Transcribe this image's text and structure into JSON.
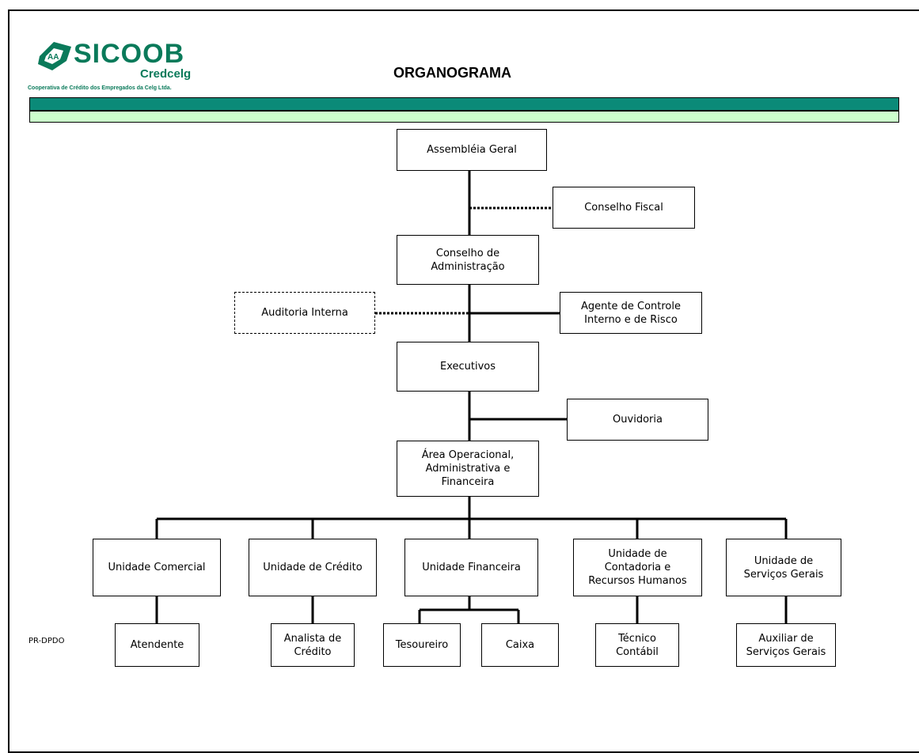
{
  "header": {
    "logo_name": "SICOOB",
    "logo_subname": "Credcelg",
    "logo_tagline": "Cooperativa de Crédito dos Empregados da Celg Ltda.",
    "title": "ORGANOGRAMA",
    "colors": {
      "brand": "#0a7a5a",
      "bar_dark": "#0b8a78",
      "bar_light": "#ccffcc"
    }
  },
  "org": {
    "assembleia": "Assembléia Geral",
    "conselho_fiscal": "Conselho Fiscal",
    "conselho_admin": "Conselho de\nAdministração",
    "auditoria": "Auditoria Interna",
    "agente": "Agente de Controle\nInterno e de Risco",
    "executivos": "Executivos",
    "ouvidoria": "Ouvidoria",
    "area": "Área Operacional,\nAdministrativa e\nFinanceira",
    "unidade_comercial": "Unidade Comercial",
    "unidade_credito": "Unidade de Crédito",
    "unidade_financeira": "Unidade Financeira",
    "unidade_contadoria": "Unidade de\nContadoria e\nRecursos Humanos",
    "unidade_servicos": "Unidade de\nServiços Gerais",
    "atendente": "Atendente",
    "analista": "Analista de\nCrédito",
    "tesoureiro": "Tesoureiro",
    "caixa": "Caixa",
    "tecnico": "Técnico\nContábil",
    "auxiliar": "Auxiliar de\nServiços Gerais"
  },
  "footer": {
    "code": "PR-DPDO"
  }
}
